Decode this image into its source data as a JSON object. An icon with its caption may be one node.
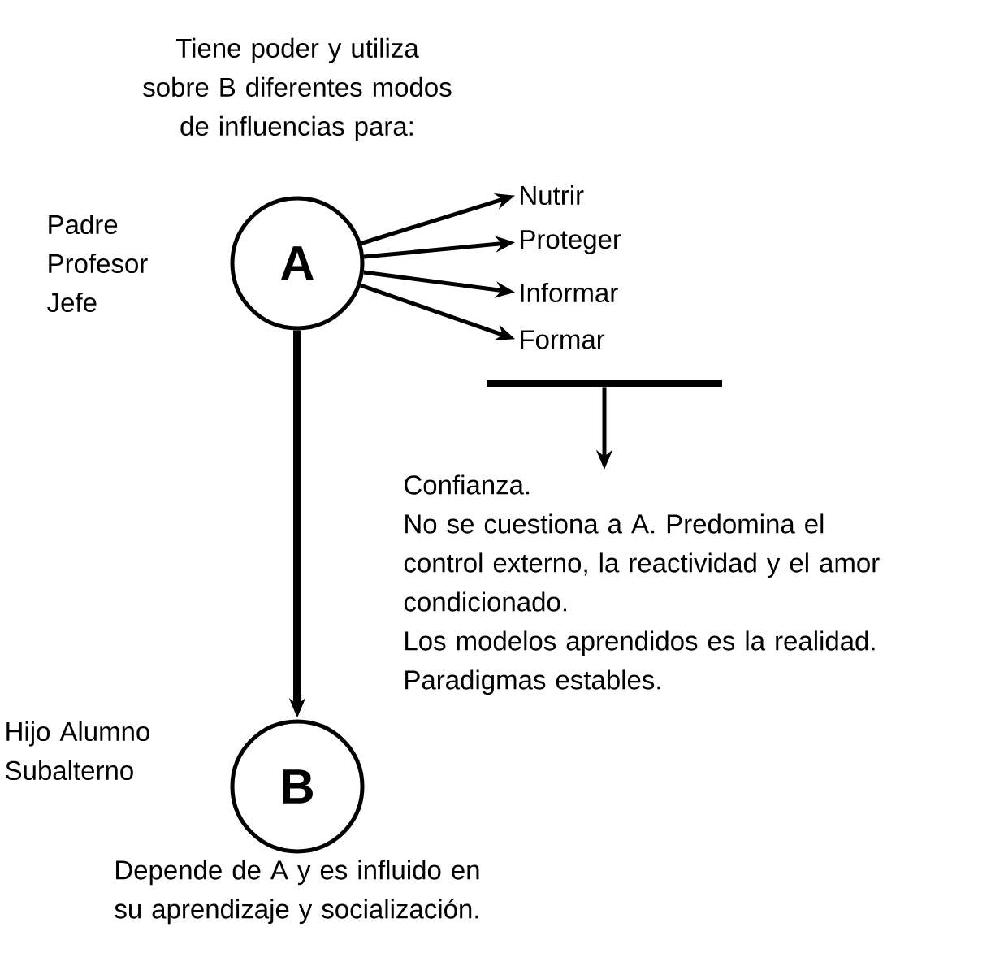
{
  "diagram": {
    "nodes": [
      {
        "text": [
          "A"
        ],
        "beside": [
          "Padre Profesor Jefe",
          "Tiene poder y utiliza sobre B diferentes modos de influencias para:"
        ]
      },
      {
        "text": [
          "Nutrir"
        ]
      },
      {
        "text": [
          "Proteger"
        ]
      },
      {
        "text": [
          "Informar"
        ]
      },
      {
        "text": [
          "Formar"
        ]
      },
      {
        "text": [],
        "shape": "bar"
      },
      {
        "text": [
          "Confianza.",
          "No se cuestiona a A. Predomina el control externo, la reactividad y el amor condicionado.",
          "Los modelos aprendidos es la realidad. Paradigmas estables."
        ]
      },
      {
        "text": [
          "B"
        ],
        "beside": [
          "Hijo Alumno Subalterno",
          "Depende de A y es influido en su aprendizaje y socialización."
        ]
      }
    ],
    "edges": [
      {
        "from": 0,
        "to": 1,
        "arrow": "to"
      },
      {
        "from": 0,
        "to": 2,
        "arrow": "to"
      },
      {
        "from": 0,
        "to": 3,
        "arrow": "to"
      },
      {
        "from": 0,
        "to": 4,
        "arrow": "to"
      },
      {
        "from": 5,
        "to": 6,
        "arrow": "to"
      },
      {
        "from": 0,
        "to": 7,
        "arrow": "to",
        "style": "thick"
      }
    ]
  }
}
